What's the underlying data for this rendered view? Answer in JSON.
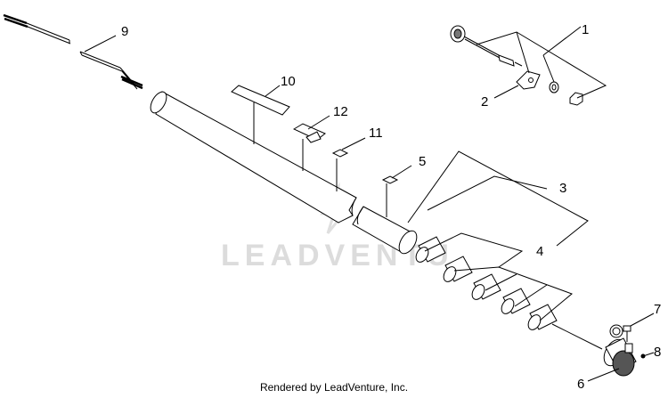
{
  "watermark": "LEADVENTU",
  "callouts": {
    "c1": "1",
    "c2": "2",
    "c3": "3",
    "c4": "4",
    "c5": "5",
    "c6": "6",
    "c7": "7",
    "c8": "8",
    "c9": "9",
    "c10": "10",
    "c11": "11",
    "c12": "12"
  },
  "footer": "Rendered by LeadVenture, Inc."
}
